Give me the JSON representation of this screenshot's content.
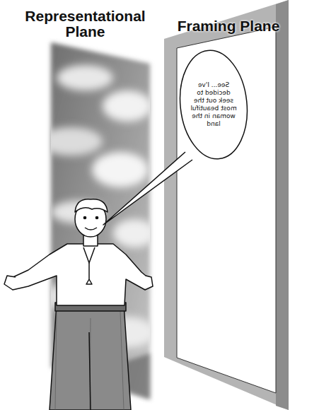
{
  "diagram": {
    "nodes": [
      {
        "text": [
          "Representational Plane"
        ]
      },
      {
        "text": [
          "Framing Plane"
        ]
      },
      {
        "text": [
          "See... I've decided to seek out the most beautiful woman in the land"
        ],
        "in": 1
      }
    ]
  }
}
